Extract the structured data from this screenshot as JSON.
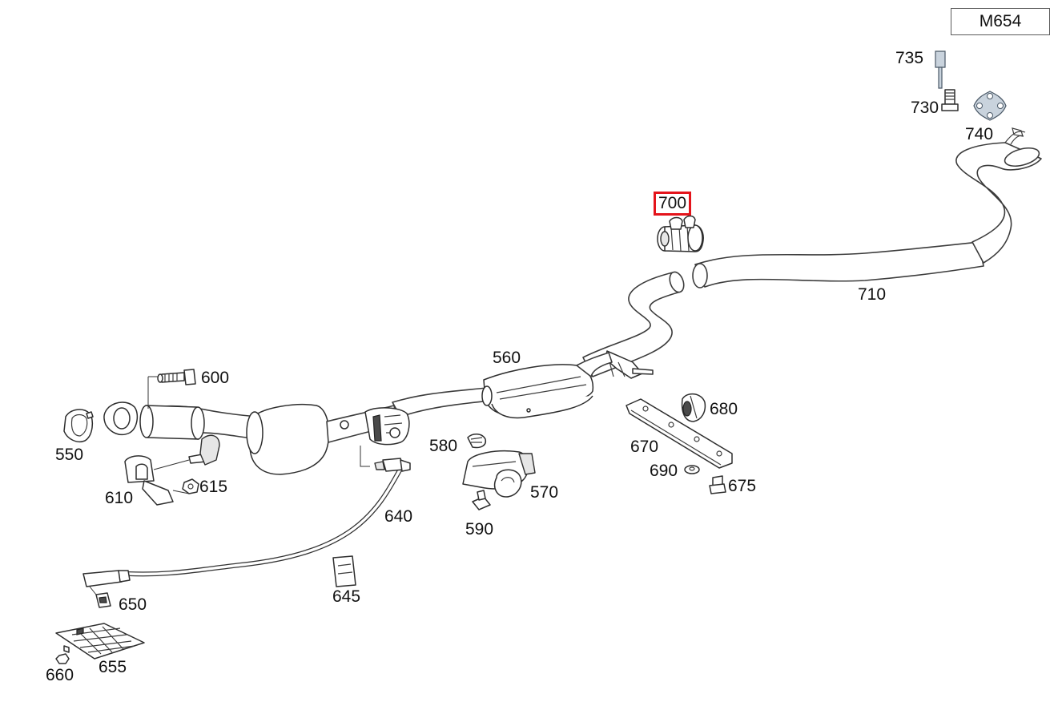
{
  "diagram": {
    "engine_code": "M654",
    "highlighted_part": "700",
    "highlight_color": "#e4141b",
    "callouts": {
      "p550": "550",
      "p560": "560",
      "p570": "570",
      "p580": "580",
      "p590": "590",
      "p600": "600",
      "p610": "610",
      "p615": "615",
      "p640": "640",
      "p645": "645",
      "p650": "650",
      "p655": "655",
      "p660": "660",
      "p670": "670",
      "p675": "675",
      "p680": "680",
      "p690": "690",
      "p700": "700",
      "p710": "710",
      "p730": "730",
      "p735": "735",
      "p740": "740"
    }
  }
}
